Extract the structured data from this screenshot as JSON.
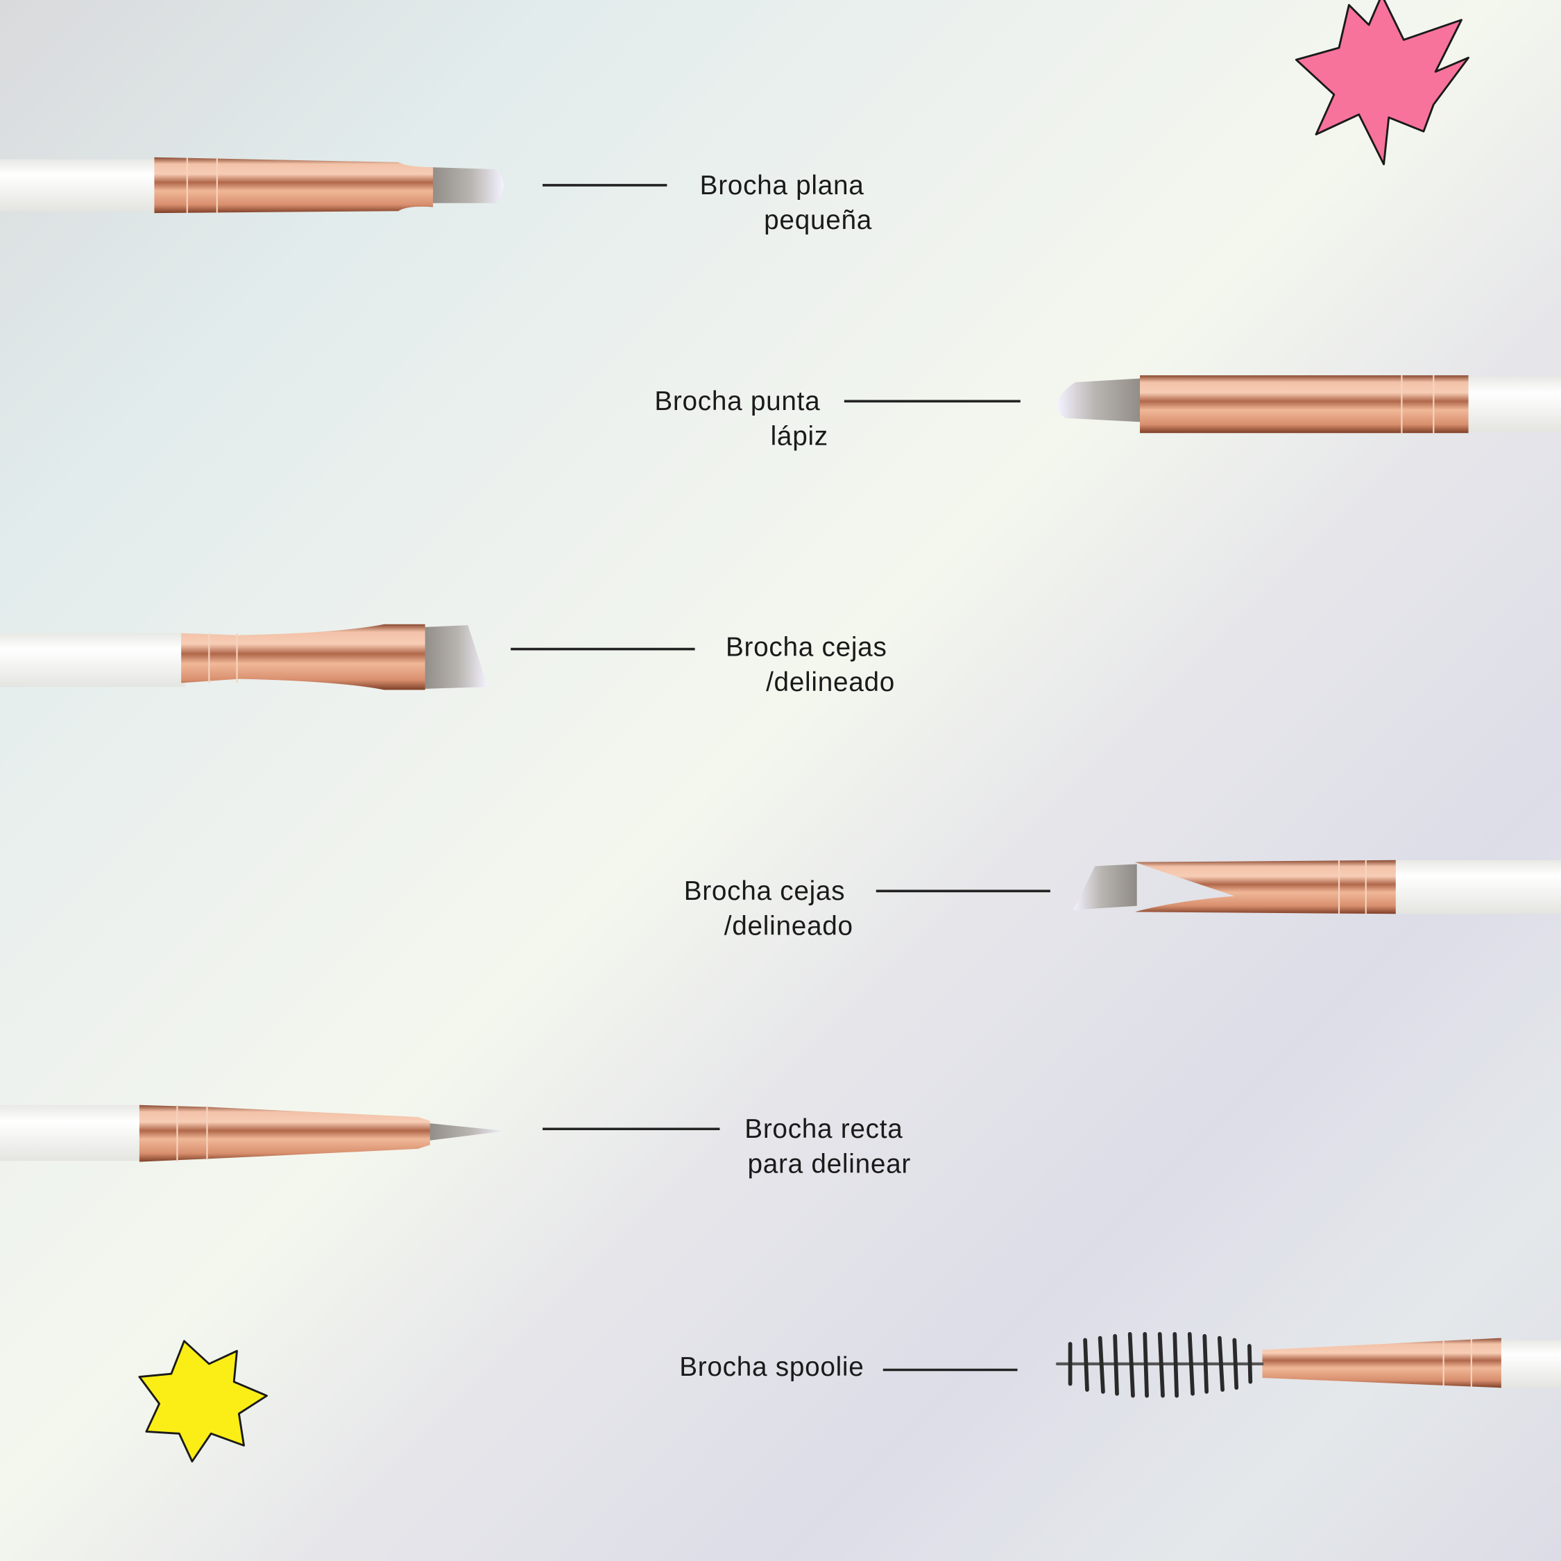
{
  "brushes": [
    {
      "name": "brush-flat-small",
      "label_lines": [
        "Brocha plana",
        "pequeña"
      ]
    },
    {
      "name": "brush-pencil-tip",
      "label_lines": [
        "Brocha punta",
        "lápiz"
      ]
    },
    {
      "name": "brush-brow-liner-1",
      "label_lines": [
        "Brocha cejas",
        "/delineado"
      ]
    },
    {
      "name": "brush-brow-liner-2",
      "label_lines": [
        "Brocha cejas",
        "/delineado"
      ]
    },
    {
      "name": "brush-straight-liner",
      "label_lines": [
        "Brocha recta",
        "para delinear"
      ]
    },
    {
      "name": "brush-spoolie",
      "label_lines": [
        "Brocha spoolie"
      ]
    }
  ],
  "colors": {
    "ferrule": "#e6a98c",
    "handle": "#f6f6f2",
    "pink_star": "#f7739c",
    "yellow_star": "#fbee16",
    "text": "#1a1a1a"
  }
}
